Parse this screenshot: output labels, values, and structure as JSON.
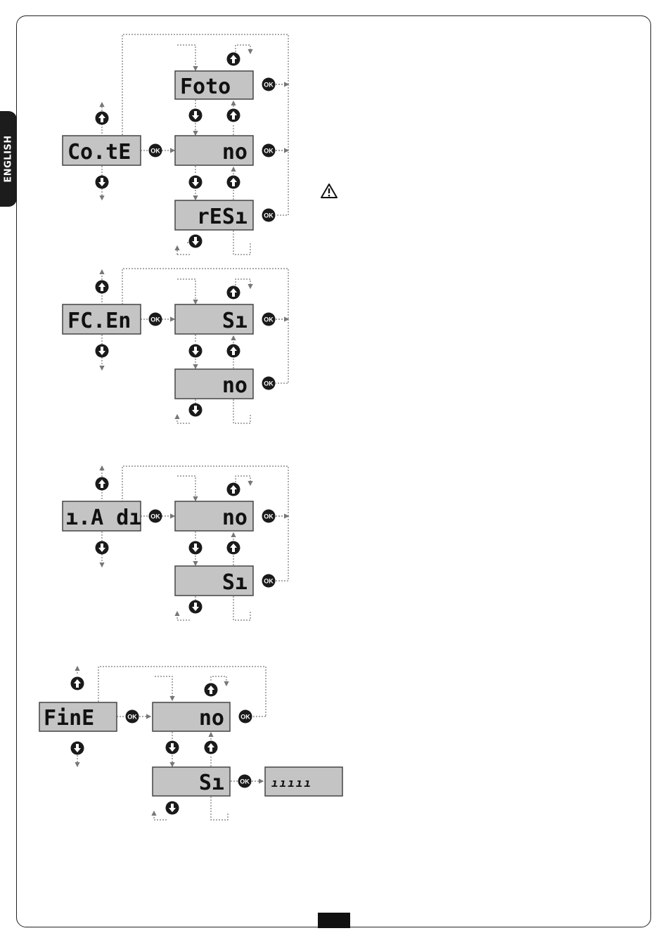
{
  "sidebar": {
    "language_tab": "ENGLISH"
  },
  "warning_icon": "warning-triangle-icon",
  "colors": {
    "lcd_fill": "#c4c4c4",
    "lcd_border": "#444444",
    "line": "#777777",
    "button": "#1a1a1a"
  },
  "buttons": {
    "ok_label": "OK",
    "up_icon": "arrow-up-icon",
    "down_icon": "arrow-down-icon"
  },
  "menus": [
    {
      "name": "Co.tE",
      "options": [
        "Foto",
        "no",
        "rESı"
      ]
    },
    {
      "name": "FC.En",
      "options": [
        "Sı",
        "no"
      ]
    },
    {
      "name": "ı.A dı",
      "options": [
        "no",
        "Sı"
      ]
    },
    {
      "name": "FinE",
      "options": [
        "no",
        "Sı"
      ],
      "result": "ııııı"
    }
  ]
}
